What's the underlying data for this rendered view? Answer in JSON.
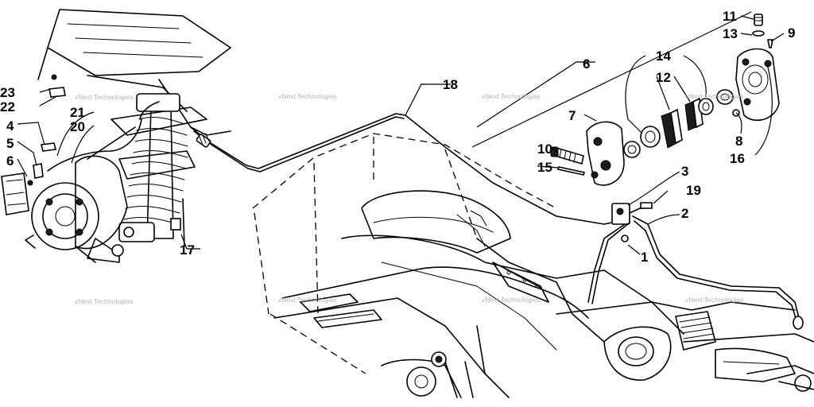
{
  "diagram": {
    "callouts": [
      {
        "id": "c1",
        "label": "1"
      },
      {
        "id": "c2",
        "label": "2"
      },
      {
        "id": "c3",
        "label": "3"
      },
      {
        "id": "c4",
        "label": "4"
      },
      {
        "id": "c5",
        "label": "5"
      },
      {
        "id": "c6a",
        "label": "6"
      },
      {
        "id": "c6b",
        "label": "6"
      },
      {
        "id": "c7",
        "label": "7"
      },
      {
        "id": "c8",
        "label": "8"
      },
      {
        "id": "c9",
        "label": "9"
      },
      {
        "id": "c10",
        "label": "10"
      },
      {
        "id": "c11",
        "label": "11"
      },
      {
        "id": "c12",
        "label": "12"
      },
      {
        "id": "c13",
        "label": "13"
      },
      {
        "id": "c14",
        "label": "14"
      },
      {
        "id": "c15",
        "label": "15"
      },
      {
        "id": "c16",
        "label": "16"
      },
      {
        "id": "c17",
        "label": "17"
      },
      {
        "id": "c18",
        "label": "18"
      },
      {
        "id": "c19",
        "label": "19"
      },
      {
        "id": "c20",
        "label": "20"
      },
      {
        "id": "c21",
        "label": "21"
      },
      {
        "id": "c22",
        "label": "22"
      },
      {
        "id": "c23",
        "label": "23"
      }
    ],
    "watermark": "vNext Technologies"
  },
  "colors": {
    "line": "#000000",
    "background": "#ffffff",
    "watermark": "#b5b5b5"
  }
}
